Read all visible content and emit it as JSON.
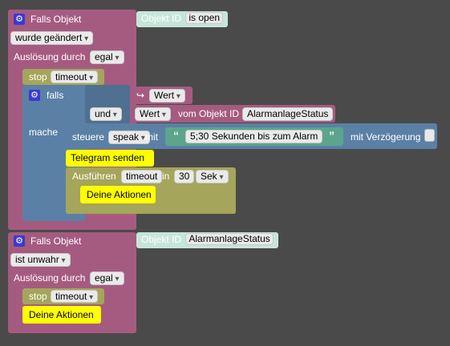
{
  "block1": {
    "title": "Falls Objekt",
    "trigger": "wurde geändert",
    "ausloesung_label": "Auslösung durch",
    "ausloesung_value": "egal",
    "object_id_label": "Objekt ID",
    "object_id_value": "is open"
  },
  "stop_block": {
    "label": "stop",
    "value": "timeout"
  },
  "if_block": {
    "falls": "falls",
    "mache": "mache",
    "wert_label": "Wert",
    "und_label": "und",
    "wert2_label": "Wert",
    "vom_label": "vom Objekt ID",
    "object_id": "AlarmanlageStatus"
  },
  "control_block": {
    "steuere": "steuere",
    "target": "speak",
    "mit": "mit",
    "text": "5;30 Sekunden bis zum Alarm",
    "delay_label": "mit Verzögerung"
  },
  "telegram": {
    "label": "Telegram senden"
  },
  "timeout_block": {
    "label": "Ausführen",
    "value": "timeout",
    "in": "in",
    "amount": "30",
    "unit": "Sek",
    "action": "Deine Aktionen"
  },
  "block2": {
    "title": "Falls Objekt",
    "trigger": "ist unwahr",
    "ausloesung_label": "Auslösung durch",
    "ausloesung_value": "egal",
    "object_id_label": "Objekt ID",
    "object_id_value": "AlarmanlageStatus",
    "stop_label": "stop",
    "stop_value": "timeout",
    "action": "Deine Aktionen"
  },
  "colors": {
    "event": "#a55b80",
    "timer": "#a5a55b",
    "logic": "#5b80a5",
    "text": "#5ba58c",
    "object": "#bfe3d6",
    "highlight": "#ffff00"
  }
}
